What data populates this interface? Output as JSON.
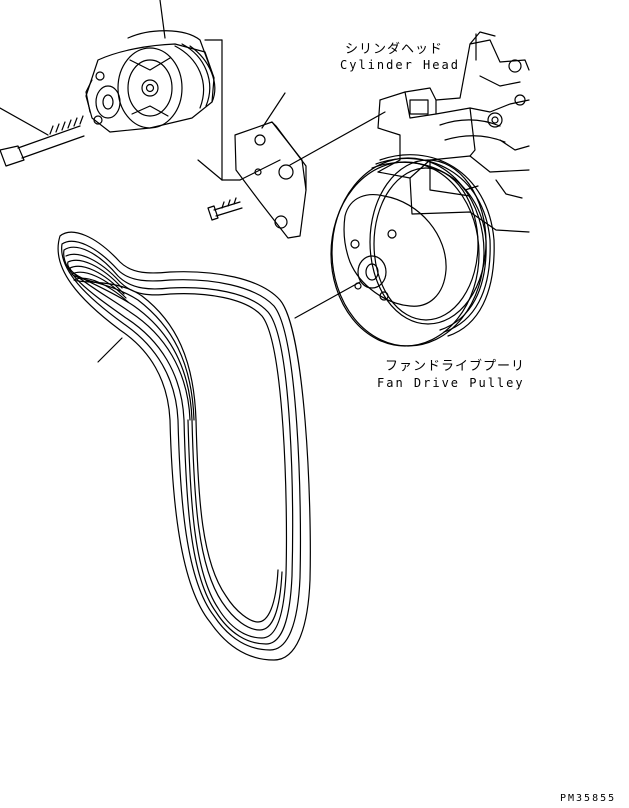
{
  "labels": {
    "cylinder_head": {
      "ja": "シリンダヘッド",
      "en": "Cylinder Head"
    },
    "fan_drive_pulley": {
      "ja": "ファンドライブプーリ",
      "en": "Fan Drive Pulley"
    }
  },
  "drawing_code": "PM35855",
  "colors": {
    "line": "#000000",
    "background": "#ffffff"
  }
}
